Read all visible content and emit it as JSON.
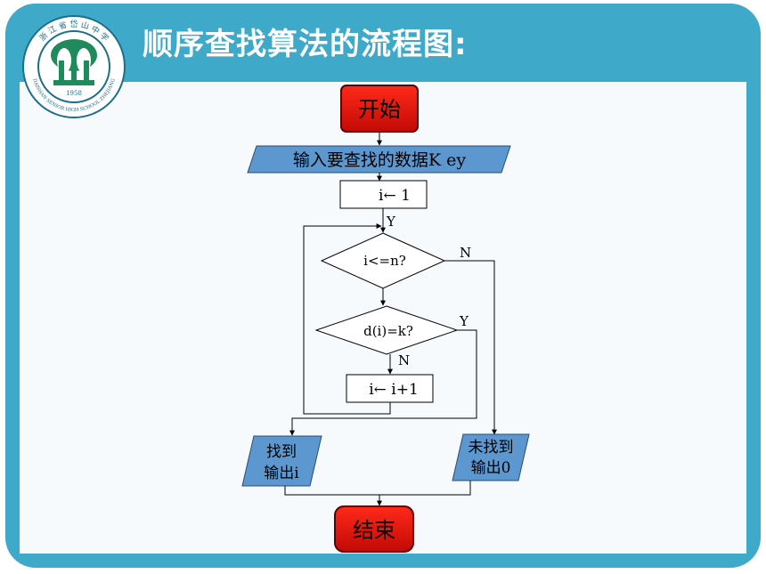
{
  "slide": {
    "title": "顺序查找算法的流程图:",
    "colors": {
      "frame": "#3fa9c9",
      "panel": "#f6fafc",
      "terminal": "#e8140f",
      "io": "#5c98cf"
    }
  },
  "logo": {
    "name": "school-emblem",
    "text_top": "浙 江 省 岱 山 中 学",
    "text_bottom": "DAISHAN SENIOR HIGH SCHOOL ZHEJIANG",
    "year": "1958"
  },
  "flowchart": {
    "start": "开始",
    "input": "输入要查找的数据K ey",
    "init": "i← 1",
    "cond1": "i<=n?",
    "cond2": "d(i)=k?",
    "increment": "i← i+1",
    "found_line1": "找到",
    "found_line2": "输出i",
    "notfound_line1": "未找到",
    "notfound_line2": "输出0",
    "end": "结束",
    "labels": {
      "yes1": "Y",
      "no1": "N",
      "yes2": "Y",
      "no2": "N"
    }
  }
}
